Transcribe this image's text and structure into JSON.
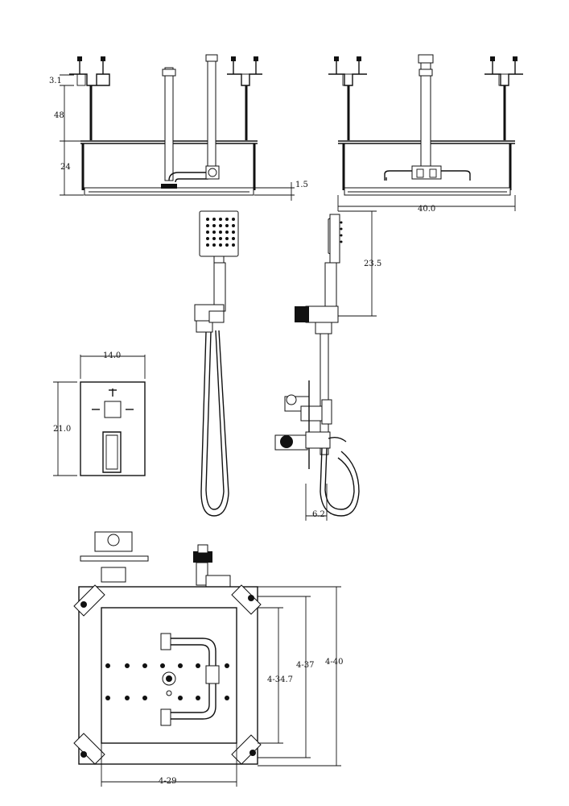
{
  "dimensions": {
    "d_3_1": "3.1",
    "d_48": "48",
    "d_24": "24",
    "d_1_5": "1.5",
    "d_40_0": "40.0",
    "d_23_5": "23.5",
    "d_14_0": "14.0",
    "d_21_0": "21.0",
    "d_6_2": "6.2",
    "d_4_29": "4-29",
    "d_4_34_7": "4-34.7",
    "d_4_37": "4-37",
    "d_4_40": "4-40"
  }
}
